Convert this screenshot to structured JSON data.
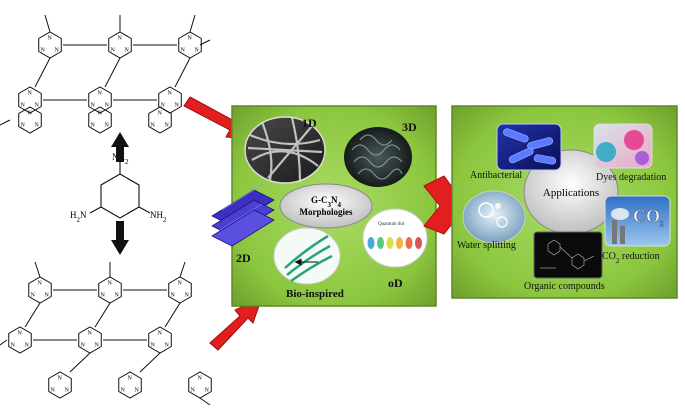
{
  "precursor_label": {
    "nh2_top": "NH2",
    "nh2_left": "H2N",
    "nh2_right": "NH2",
    "n": "N"
  },
  "morphologies": {
    "center_formula": "G-C3N4",
    "center_caption": "Morphologies",
    "labels": {
      "d1": "1D",
      "d3": "3D",
      "d2": "2D",
      "d0": "oD",
      "bio": "Bio-inspired"
    },
    "inset_text": "Quantum dot"
  },
  "applications": {
    "center": "Applications",
    "items": {
      "antibacterial": "Antibacterial",
      "dyes": "Dyes degradation",
      "water": "Water splitting",
      "co2": "CO2 reduction",
      "organic": "Organic compounds"
    },
    "co2_tile_text": "CO2"
  },
  "colors": {
    "panel_green": "#8cc63f",
    "panel_border": "#6d9a2e",
    "arrow_red": "#e31e1e",
    "arrow_black": "#111111"
  }
}
